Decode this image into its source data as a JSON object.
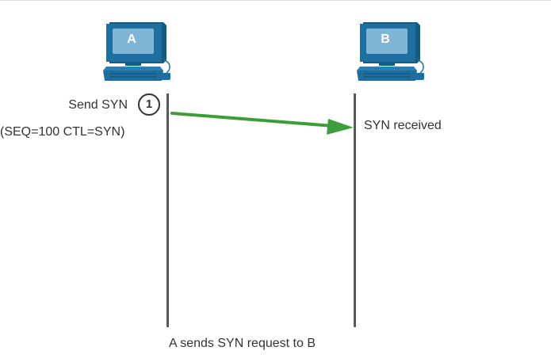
{
  "hosts": {
    "a": {
      "label": "A"
    },
    "b": {
      "label": "B"
    }
  },
  "step": {
    "number": "1",
    "action": "Send SYN",
    "detail": "(SEQ=100 CTL=SYN)"
  },
  "receiver_status": "SYN received",
  "caption": "A sends SYN request to B",
  "colors": {
    "arrow": "#3c9e3a",
    "timeline": "#595959",
    "computer_body": "#1e6f9f",
    "computer_screen": "#7fb6d8"
  },
  "icons": [
    "computer-icon",
    "arrow-icon"
  ]
}
